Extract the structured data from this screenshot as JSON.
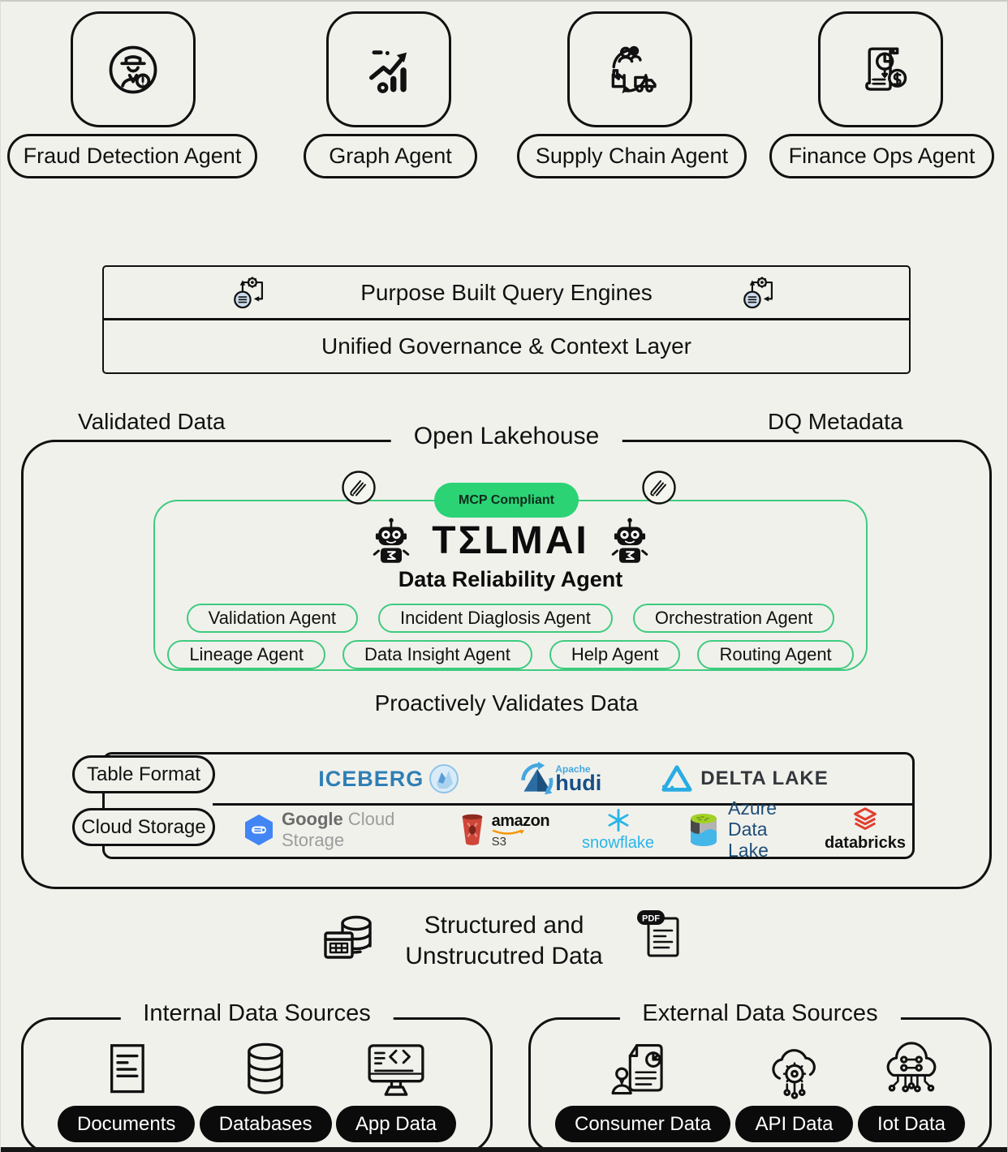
{
  "colors": {
    "background": "#f1f1ec",
    "ink": "#111111",
    "accent_green": "#2bd375",
    "green_border": "#3ecb7e",
    "pill_black": "#0b0b0b"
  },
  "top_agents": {
    "items": [
      {
        "label": "Fraud Detection Agent",
        "icon": "fraud-detection-icon"
      },
      {
        "label": "Graph Agent",
        "icon": "graph-icon"
      },
      {
        "label": "Supply Chain Agent",
        "icon": "supply-chain-icon"
      },
      {
        "label": "Finance Ops Agent",
        "icon": "finance-ops-icon"
      }
    ]
  },
  "query_layer": {
    "engines_label": "Purpose Built Query Engines",
    "governance_label": "Unified Governance & Context Layer"
  },
  "flow_labels": {
    "left": "Validated Data",
    "right": "DQ Metadata"
  },
  "lakehouse": {
    "title": "Open Lakehouse",
    "mcp_badge": "MCP Compliant",
    "brand_wordmark": "TΣLMAI",
    "brand_subtitle": "Data Reliability Agent",
    "agents_row1": [
      "Validation Agent",
      "Incident Diaglosis Agent",
      "Orchestration Agent"
    ],
    "agents_row2": [
      "Lineage Agent",
      "Data Insight Agent",
      "Help Agent",
      "Routing Agent"
    ],
    "tagline": "Proactively Validates Data",
    "integrations": {
      "table_format": {
        "label": "Table Format",
        "logos": {
          "iceberg": "ICEBERG",
          "hudi_apache": "Apache",
          "hudi": "hudi",
          "delta_lake": "DELTA LAKE"
        }
      },
      "cloud_storage": {
        "label": "Cloud Storage",
        "logos": {
          "google_bold": "Google",
          "google_rest": "Cloud Storage",
          "amazon": "amazon",
          "s3": "S3",
          "snowflake": "snowflake",
          "azure_line1": "Azure",
          "azure_line2": "Data Lake",
          "databricks": "databricks"
        }
      }
    }
  },
  "data_types": {
    "line1": "Structured and",
    "line2": "Unstrucutred Data",
    "pdf_badge": "PDF"
  },
  "sources": {
    "internal": {
      "title": "Internal Data Sources",
      "items": [
        {
          "label": "Documents",
          "icon": "document-icon"
        },
        {
          "label": "Databases",
          "icon": "database-icon"
        },
        {
          "label": "App Data",
          "icon": "app-data-icon"
        }
      ]
    },
    "external": {
      "title": "External Data Sources",
      "items": [
        {
          "label": "Consumer Data",
          "icon": "consumer-data-icon"
        },
        {
          "label": "API Data",
          "icon": "api-data-icon"
        },
        {
          "label": "Iot Data",
          "icon": "iot-data-icon"
        }
      ]
    }
  }
}
